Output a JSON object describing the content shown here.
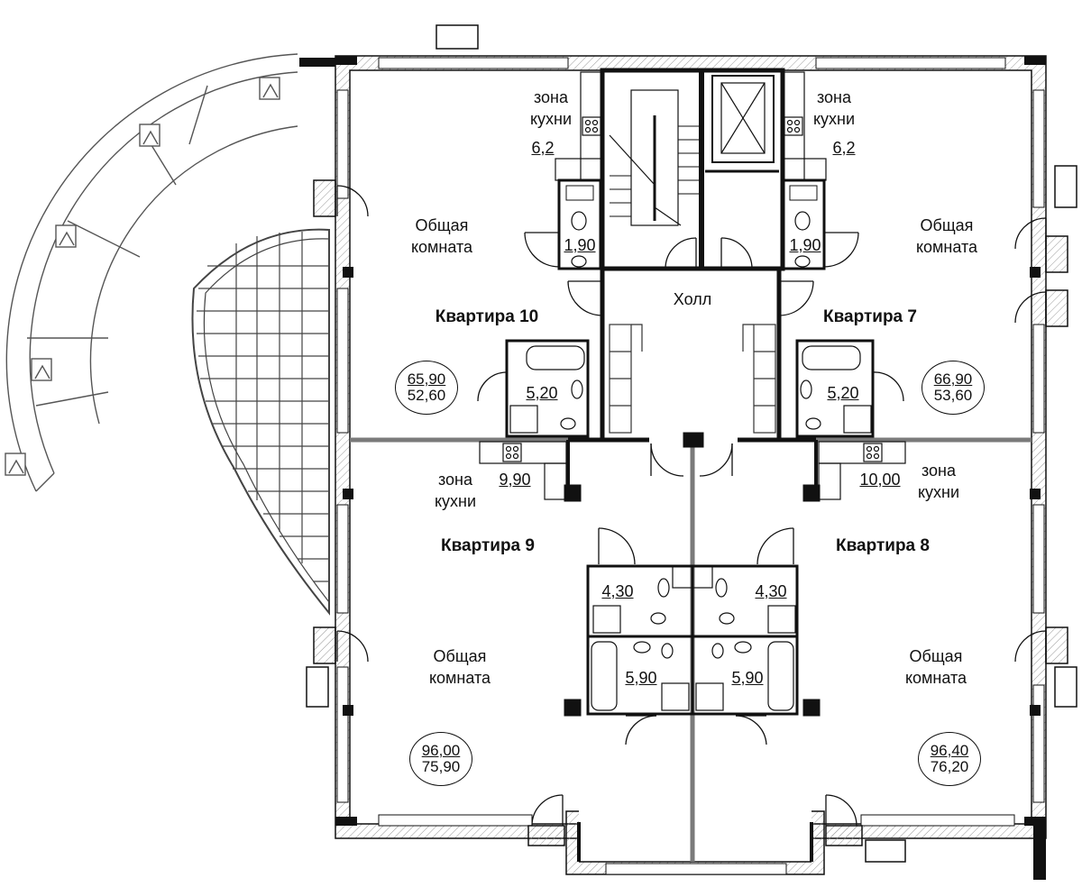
{
  "hall": "Холл",
  "apartments": [
    {
      "id": "10",
      "name": "Квартира 10",
      "kitchen_label": [
        "зона",
        "кухни"
      ],
      "kitchen_area": "6,2",
      "living_label": [
        "Общая",
        "комната"
      ],
      "wc_area": "1,90",
      "bath_area": "5,20",
      "total_area": "65,90",
      "living_area": "52,60"
    },
    {
      "id": "7",
      "name": "Квартира 7",
      "kitchen_label": [
        "зона",
        "кухни"
      ],
      "kitchen_area": "6,2",
      "living_label": [
        "Общая",
        "комната"
      ],
      "wc_area": "1,90",
      "bath_area": "5,20",
      "total_area": "66,90",
      "living_area": "53,60"
    },
    {
      "id": "9",
      "name": "Квартира 9",
      "kitchen_label": [
        "зона",
        "кухни"
      ],
      "kitchen_area": "9,90",
      "living_label": [
        "Общая",
        "комната"
      ],
      "wc_area": "4,30",
      "bath_area": "5,90",
      "total_area": "96,00",
      "living_area": "75,90"
    },
    {
      "id": "8",
      "name": "Квартира 8",
      "kitchen_label": [
        "зона",
        "кухни"
      ],
      "kitchen_area": "10,00",
      "living_label": [
        "Общая",
        "комната"
      ],
      "wc_area": "4,30",
      "bath_area": "5,90",
      "total_area": "96,40",
      "living_area": "76,20"
    }
  ],
  "colors": {
    "wall": "#111111",
    "partition": "#7a7a7a",
    "fixture": "#444444",
    "background": "#ffffff"
  }
}
